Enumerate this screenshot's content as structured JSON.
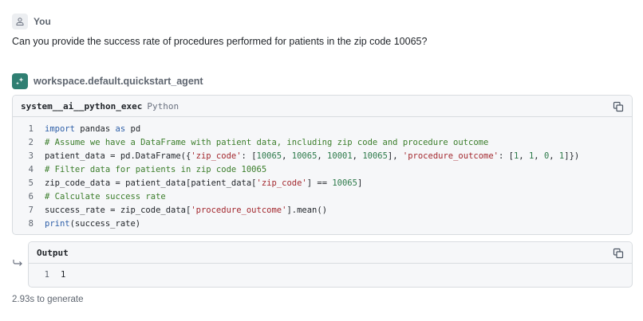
{
  "user_message": {
    "sender": "You",
    "avatar_icon": "user-icon",
    "text": "Can you provide the success rate of procedures performed for patients in the zip code 10065?"
  },
  "agent_message": {
    "sender": "workspace.default.quickstart_agent",
    "avatar_icon": "sparkle-icon",
    "avatar_color": "#2f7f72",
    "tool_call": {
      "name": "system__ai__python_exec",
      "language": "Python",
      "copy_icon": "copy-icon",
      "lines": [
        {
          "n": "1",
          "tokens": [
            {
              "t": "import",
              "c": "kw"
            },
            {
              "t": " pandas ",
              "c": ""
            },
            {
              "t": "as",
              "c": "kw"
            },
            {
              "t": " pd",
              "c": ""
            }
          ]
        },
        {
          "n": "2",
          "tokens": [
            {
              "t": "# Assume we have a DataFrame with patient data, including zip code and procedure outcome",
              "c": "cm"
            }
          ]
        },
        {
          "n": "3",
          "tokens": [
            {
              "t": "patient_data = pd.DataFrame({",
              "c": ""
            },
            {
              "t": "'zip_code'",
              "c": "st"
            },
            {
              "t": ": [",
              "c": ""
            },
            {
              "t": "10065",
              "c": "nu"
            },
            {
              "t": ", ",
              "c": ""
            },
            {
              "t": "10065",
              "c": "nu"
            },
            {
              "t": ", ",
              "c": ""
            },
            {
              "t": "10001",
              "c": "nu"
            },
            {
              "t": ", ",
              "c": ""
            },
            {
              "t": "10065",
              "c": "nu"
            },
            {
              "t": "], ",
              "c": ""
            },
            {
              "t": "'procedure_outcome'",
              "c": "st"
            },
            {
              "t": ": [",
              "c": ""
            },
            {
              "t": "1",
              "c": "nu"
            },
            {
              "t": ", ",
              "c": ""
            },
            {
              "t": "1",
              "c": "nu"
            },
            {
              "t": ", ",
              "c": ""
            },
            {
              "t": "0",
              "c": "nu"
            },
            {
              "t": ", ",
              "c": ""
            },
            {
              "t": "1",
              "c": "nu"
            },
            {
              "t": "]})",
              "c": ""
            }
          ]
        },
        {
          "n": "4",
          "tokens": [
            {
              "t": "# Filter data for patients in zip code 10065",
              "c": "cm"
            }
          ]
        },
        {
          "n": "5",
          "tokens": [
            {
              "t": "zip_code_data = patient_data[patient_data[",
              "c": ""
            },
            {
              "t": "'zip_code'",
              "c": "st"
            },
            {
              "t": "] == ",
              "c": ""
            },
            {
              "t": "10065",
              "c": "nu"
            },
            {
              "t": "]",
              "c": ""
            }
          ]
        },
        {
          "n": "6",
          "tokens": [
            {
              "t": "# Calculate success rate",
              "c": "cm"
            }
          ]
        },
        {
          "n": "7",
          "tokens": [
            {
              "t": "success_rate = zip_code_data[",
              "c": ""
            },
            {
              "t": "'procedure_outcome'",
              "c": "st"
            },
            {
              "t": "].mean()",
              "c": ""
            }
          ]
        },
        {
          "n": "8",
          "tokens": [
            {
              "t": "print",
              "c": "kw"
            },
            {
              "t": "(success_rate)",
              "c": ""
            }
          ]
        }
      ]
    },
    "output": {
      "title": "Output",
      "copy_icon": "copy-icon",
      "return_icon": "return-arrow-icon",
      "lines": [
        {
          "n": "1",
          "text": "1"
        }
      ]
    },
    "footer": "2.93s to generate"
  }
}
